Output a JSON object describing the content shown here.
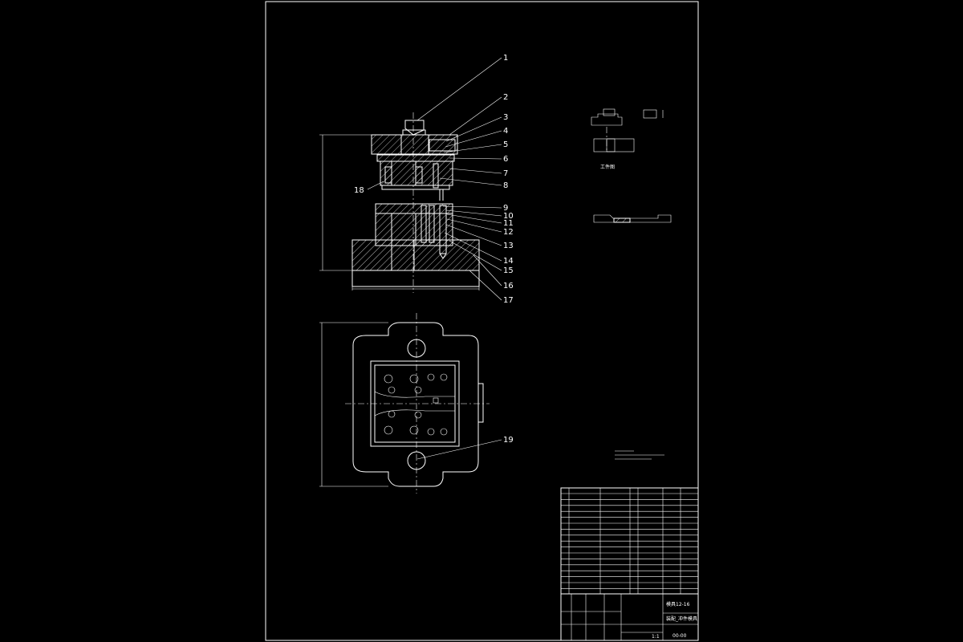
{
  "callouts": [
    "1",
    "2",
    "3",
    "4",
    "5",
    "6",
    "7",
    "8",
    "9",
    "10",
    "11",
    "12",
    "13",
    "14",
    "15",
    "16",
    "17",
    "18",
    "19"
  ],
  "workpiece_label": "工件图",
  "title_block": {
    "drawing_title": "装配_冲件模具",
    "series_code": "模具12-16",
    "drawing_number": "00-00",
    "ratio": "1:1"
  }
}
